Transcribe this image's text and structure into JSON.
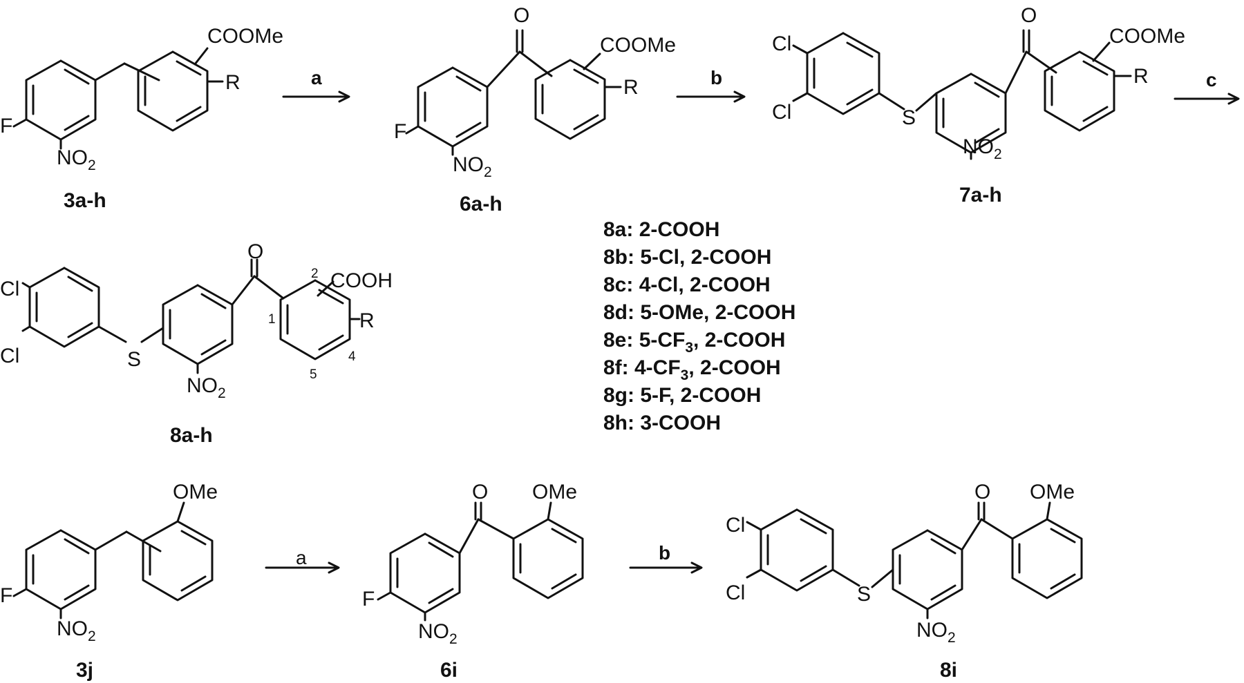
{
  "atoms": {
    "fluoro": "F",
    "nitro": "NO",
    "nitro_sub": "2",
    "chloro": "Cl",
    "sulfur": "S",
    "oxygen": "O",
    "r_group": "R",
    "methyl_ester": "COOMe",
    "carboxylic_acid": "COOH",
    "methoxy": "OMe"
  },
  "steps": {
    "a": "a",
    "b": "b",
    "c": "c"
  },
  "compounds": {
    "c3ah": "3a-h",
    "c6ah": "6a-h",
    "c7ah": "7a-h",
    "c8ah": "8a-h",
    "c3j": "3j",
    "c6i": "6i",
    "c8i": "8i"
  },
  "ring_positions": {
    "p1": "1",
    "p2": "2",
    "p4": "4",
    "p5": "5"
  },
  "legend": {
    "l8a": "8a: 2-COOH",
    "l8b": "8b: 5-Cl, 2-COOH",
    "l8c": "8c: 4-Cl, 2-COOH",
    "l8d": "8d: 5-OMe, 2-COOH",
    "l8e_pre": "8e: 5-CF",
    "l8e_sub": "3",
    "l8e_post": ", 2-COOH",
    "l8f_pre": "8f: 4-CF",
    "l8f_sub": "3",
    "l8f_post": ", 2-COOH",
    "l8g": "8g: 5-F, 2-COOH",
    "l8h": "8h: 3-COOH"
  }
}
